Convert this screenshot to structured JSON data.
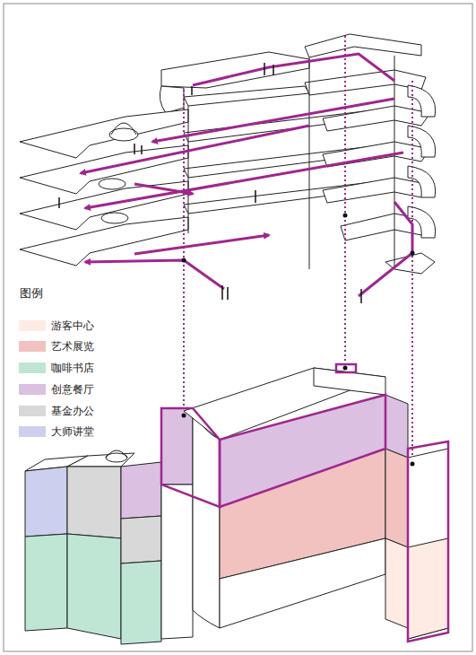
{
  "diagram": {
    "labels": [
      "图例"
    ],
    "legend": [
      {
        "text": "游客中心",
        "color": "#fdebe4"
      },
      {
        "text": "艺术展览",
        "color": "#f1c2bf"
      },
      {
        "text": "咖啡书店",
        "color": "#bfe6d5"
      },
      {
        "text": "创意餐厅",
        "color": "#dcc0e2"
      },
      {
        "text": "基金办公",
        "color": "#d8d8d8"
      },
      {
        "text": "大师讲堂",
        "color": "#ccd0ee"
      }
    ]
  }
}
